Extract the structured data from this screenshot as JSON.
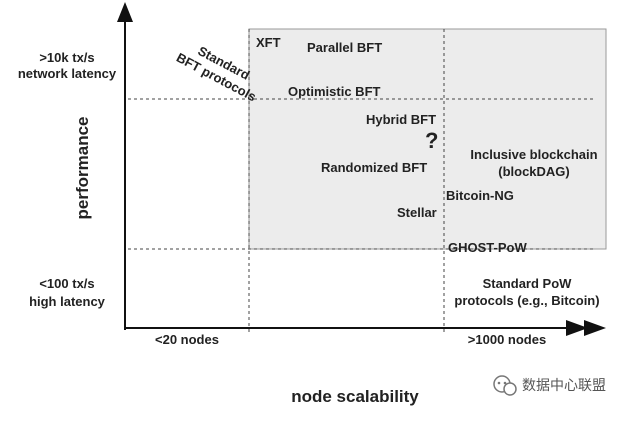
{
  "axes": {
    "x_title": "node scalability",
    "y_title": "performance",
    "x_low": "<20 nodes",
    "x_high": ">1000 nodes",
    "y_high_line1": ">10k tx/s",
    "y_high_line2": "network latency",
    "y_low_line1": "<100 tx/s",
    "y_low_line2": "high latency"
  },
  "items": {
    "standard_bft_line1": "Standard",
    "standard_bft_line2": "BFT protocols",
    "xft": "XFT",
    "parallel_bft": "Parallel BFT",
    "optimistic_bft": "Optimistic BFT",
    "hybrid_bft": "Hybrid BFT",
    "question": "?",
    "randomized_bft": "Randomized BFT",
    "inclusive_line1": "Inclusive blockchain",
    "inclusive_line2": "(blockDAG)",
    "bitcoin_ng": "Bitcoin-NG",
    "stellar": "Stellar",
    "ghost_pow": "GHOST-PoW",
    "standard_pow_line1": "Standard PoW",
    "standard_pow_line2": "protocols (e.g., Bitcoin)"
  },
  "watermark": {
    "text": "数据中心联盟",
    "icon": "wechat-icon"
  },
  "colors": {
    "shaded_region": "#ececec",
    "axis": "#111111"
  }
}
